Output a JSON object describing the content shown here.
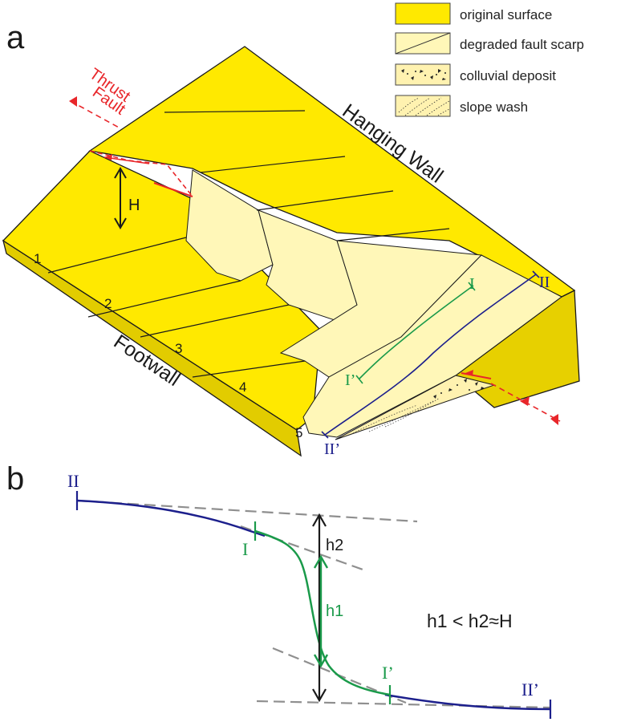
{
  "panel_a": {
    "label": "a",
    "thrust_fault_line1": "Thrust",
    "thrust_fault_line2": "Fault",
    "hanging_wall": "Hanging Wall",
    "footwall": "Footwall",
    "height_label": "H",
    "segments": [
      "1",
      "2",
      "3",
      "4",
      "5"
    ],
    "profile_i_start": "I",
    "profile_i_end": "I’",
    "profile_ii_start": "II",
    "profile_ii_end": "II’"
  },
  "legend": {
    "items": [
      {
        "label": "original surface",
        "color": "#ffe900"
      },
      {
        "label": "degraded fault scarp",
        "color": "#fff7b8"
      },
      {
        "label": "colluvial deposit",
        "color": "#fff2b0"
      },
      {
        "label": "slope wash",
        "color": "#fff2b0"
      }
    ]
  },
  "panel_b": {
    "label": "b",
    "profile_ii_start": "II",
    "profile_ii_end": "II’",
    "profile_i_start": "I",
    "profile_i_end": "I’",
    "h1": "h1",
    "h2": "h2",
    "relation": "h1 < h2≈H"
  },
  "colors": {
    "surface": "#ffe900",
    "scarp": "#fff7b8",
    "fault": "#e8262a",
    "profile_ii": "#1c1f8c",
    "profile_i": "#1a9a4a",
    "outline": "#1a1a1a",
    "guide": "#8f8f8f"
  }
}
